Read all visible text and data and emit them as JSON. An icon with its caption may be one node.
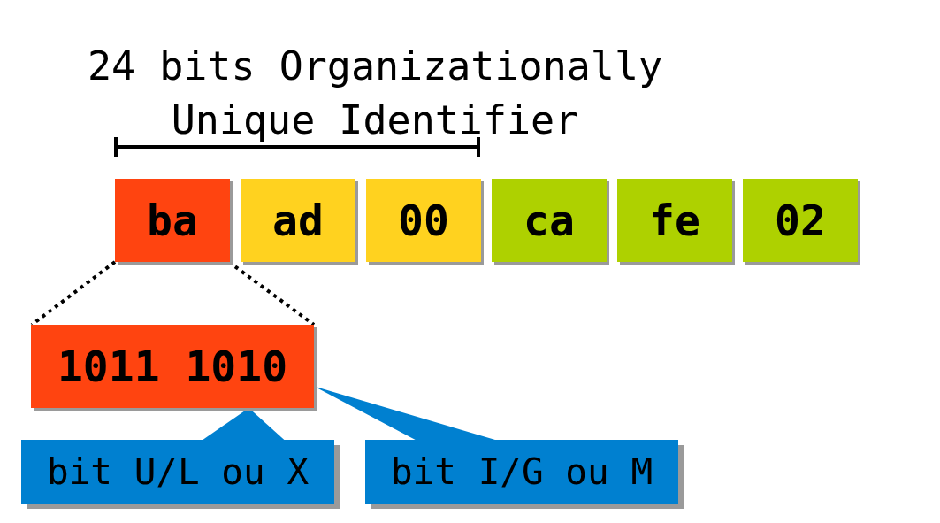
{
  "diagram": {
    "nodes": [
      {
        "text": [
          "ba"
        ]
      },
      {
        "text": [
          "ad"
        ]
      },
      {
        "text": [
          "00"
        ]
      },
      {
        "text": [
          "ca"
        ]
      },
      {
        "text": [
          "fe"
        ]
      },
      {
        "text": [
          "02"
        ]
      },
      {
        "text": [
          "1011 1010"
        ]
      },
      {
        "text": [
          "bit U/L ou X"
        ]
      },
      {
        "text": [
          "bit I/G ou M"
        ]
      }
    ],
    "edges": [
      {
        "from": 0,
        "to": 6,
        "arrow": "none",
        "style": "dashed"
      },
      {
        "from": 0,
        "to": 6,
        "arrow": "none",
        "style": "dashed"
      },
      {
        "from": 7,
        "to": 6,
        "arrow": "none",
        "color": "#0080d0"
      },
      {
        "from": 8,
        "to": 6,
        "arrow": "none",
        "color": "#0080d0"
      }
    ],
    "labels": [
      "24 bits Organizationally Unique Identifier"
    ]
  }
}
